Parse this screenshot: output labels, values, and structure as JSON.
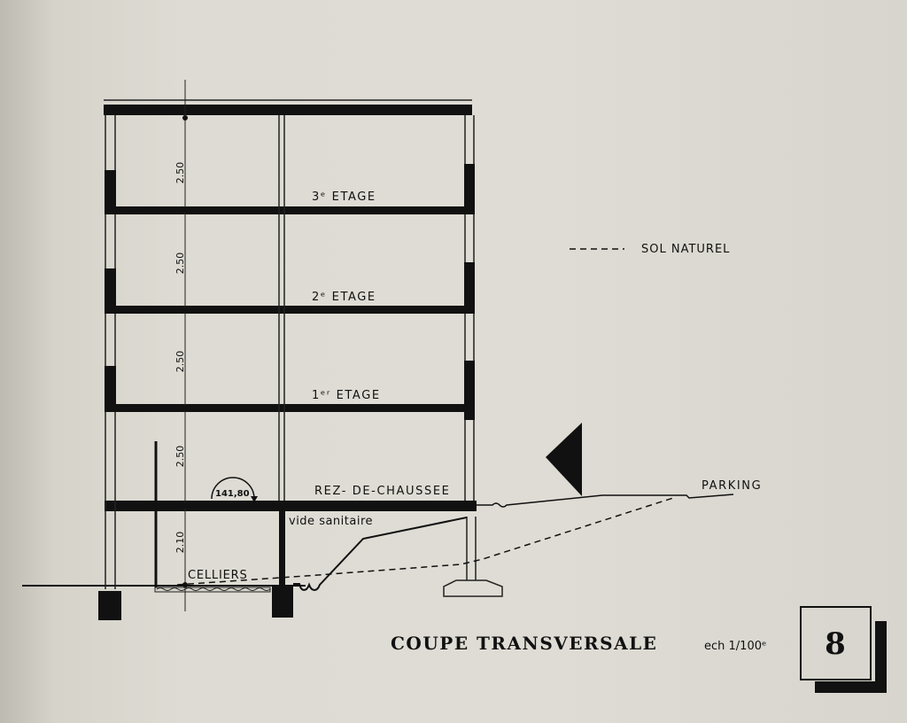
{
  "legend": {
    "label": "SOL NATUREL"
  },
  "floors": {
    "third": "3ᵉ ETAGE",
    "second": "2ᵉ ETAGE",
    "first": "1ᵉʳ ETAGE",
    "ground": "REZ- DE-CHAUSSEE"
  },
  "labels": {
    "crawlspace": "vide sanitaire",
    "cellars": "CELLIERS",
    "parking": "PARKING",
    "level": "141,80"
  },
  "dimensions": {
    "third": "2.50",
    "second": "2.50",
    "first": "2.50",
    "ground": "2.50",
    "basement": "2.10"
  },
  "title": {
    "main": "COUPE TRANSVERSALE",
    "scale": "ech 1/100ᵉ",
    "plate_number": "8"
  }
}
